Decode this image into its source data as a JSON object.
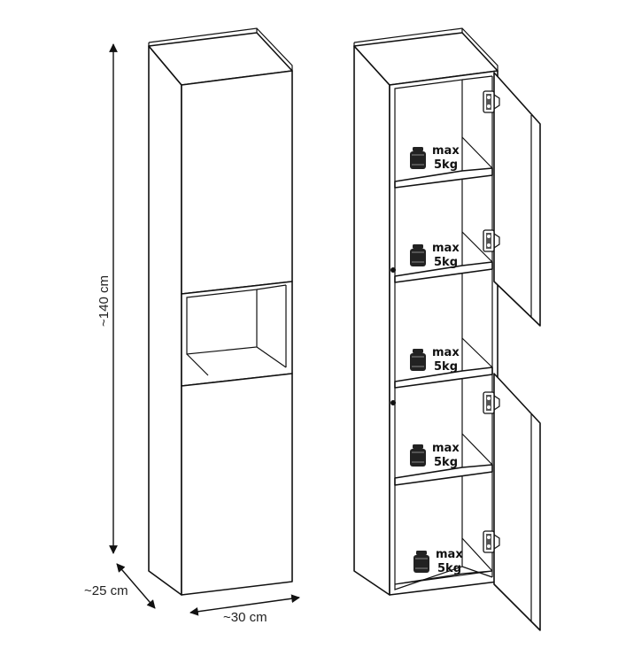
{
  "dimensions": {
    "height": "~140 cm",
    "depth": "~25 cm",
    "width": "~30 cm"
  },
  "shelf_load": {
    "max_label": "max",
    "weight_label": "5kg",
    "count": 5
  },
  "colors": {
    "line": "#111111",
    "fill": "#ffffff",
    "weight_icon": "#222222"
  },
  "icons": [
    "weight-icon",
    "hinge-icon",
    "dimension-arrow-icon"
  ]
}
